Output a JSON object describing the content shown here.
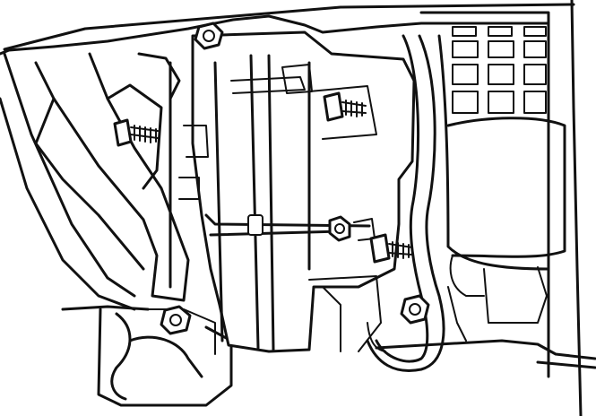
{
  "illustration": {
    "subject": "",
    "fasteners": [
      {
        "id": "top-bolt",
        "icon": "bolt-icon"
      },
      {
        "id": "left-screw",
        "icon": "screw-icon"
      },
      {
        "id": "upper-right-screw",
        "icon": "screw-icon"
      },
      {
        "id": "middle-nut",
        "icon": "nut-icon"
      },
      {
        "id": "right-screw",
        "icon": "screw-icon"
      },
      {
        "id": "lower-right-bolt",
        "icon": "bolt-icon"
      },
      {
        "id": "lower-left-bolt",
        "icon": "bolt-icon"
      }
    ],
    "colors": {
      "line": "#111111",
      "background": "#ffffff"
    }
  }
}
